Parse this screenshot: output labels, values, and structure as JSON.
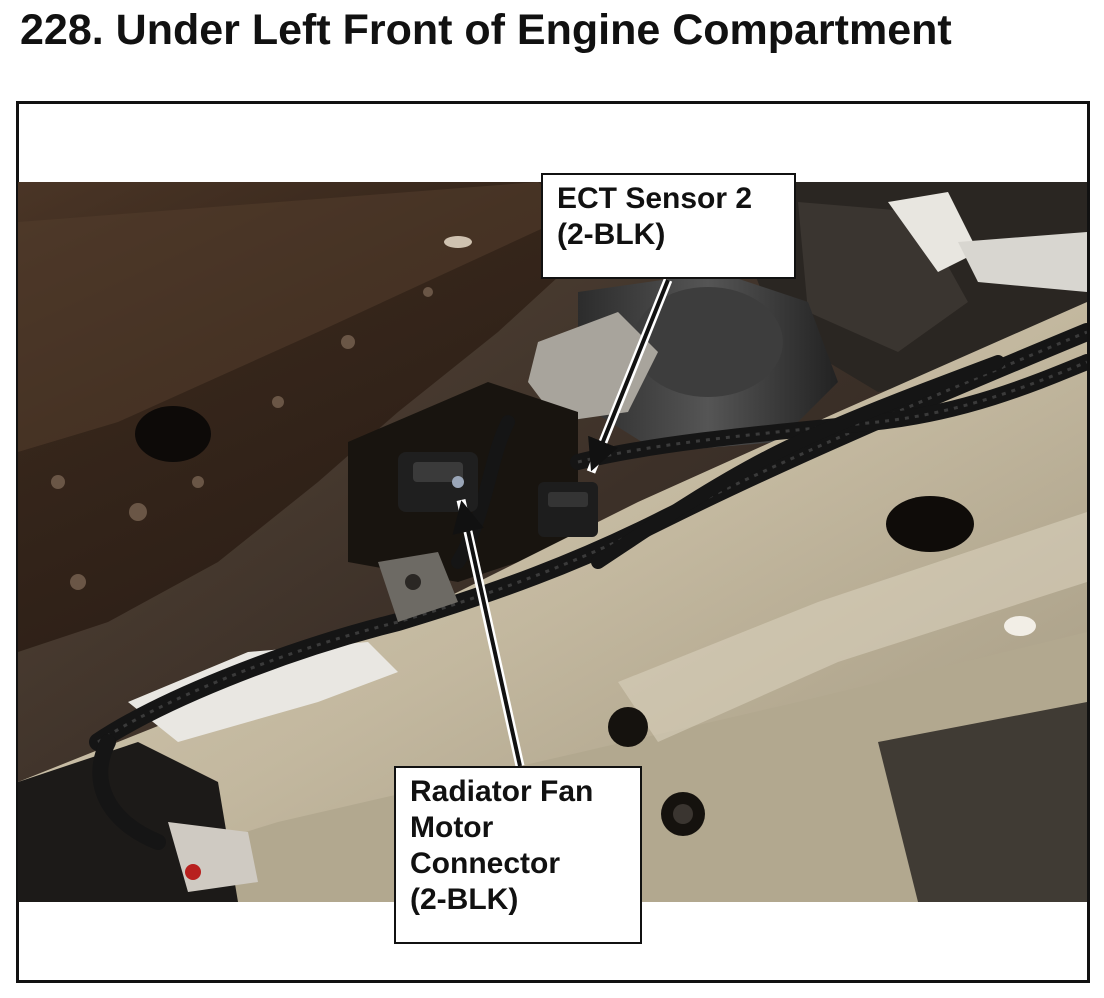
{
  "page": {
    "title": "228.  Under Left Front of Engine Compartment"
  },
  "callouts": {
    "ect_sensor": {
      "line1": "ECT Sensor 2",
      "line2": "(2-BLK)"
    },
    "radiator_fan": {
      "line1": "Radiator Fan",
      "line2": "Motor",
      "line3": "Connector",
      "line4": "(2-BLK)"
    }
  },
  "colors": {
    "frame": "#111111",
    "arrow": "#111111",
    "chassis_dark": "#3b2a1e",
    "subframe_light": "#c9bea8",
    "harness": "#151515"
  }
}
